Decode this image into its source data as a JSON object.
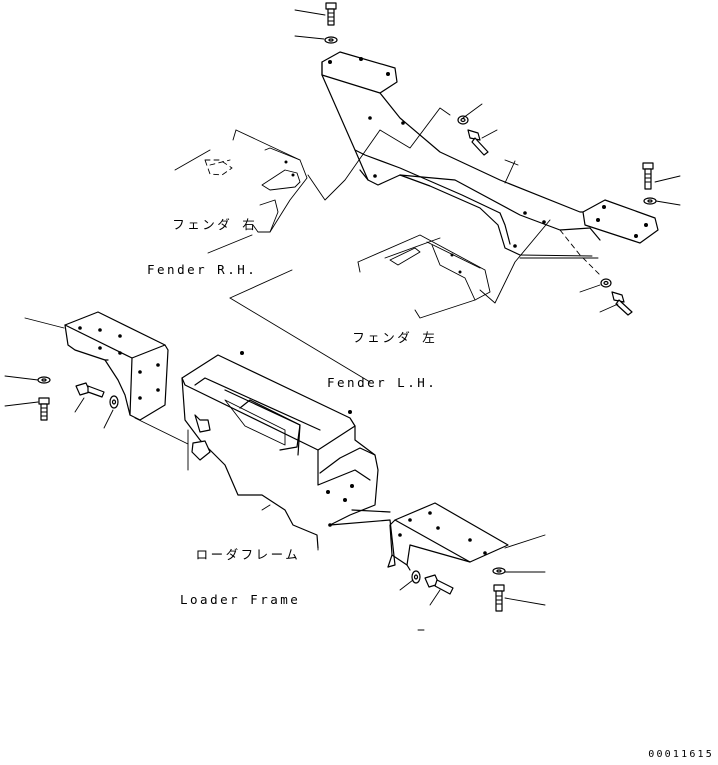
{
  "labels": {
    "fender_rh": {
      "jp": "フェンダ 右",
      "en": "Fender R.H."
    },
    "fender_lh": {
      "jp": "フェンダ 左",
      "en": "Fender L.H."
    },
    "loader_frame": {
      "jp": "ローダフレーム",
      "en": "Loader Frame"
    }
  },
  "drawing_number": "00011615"
}
